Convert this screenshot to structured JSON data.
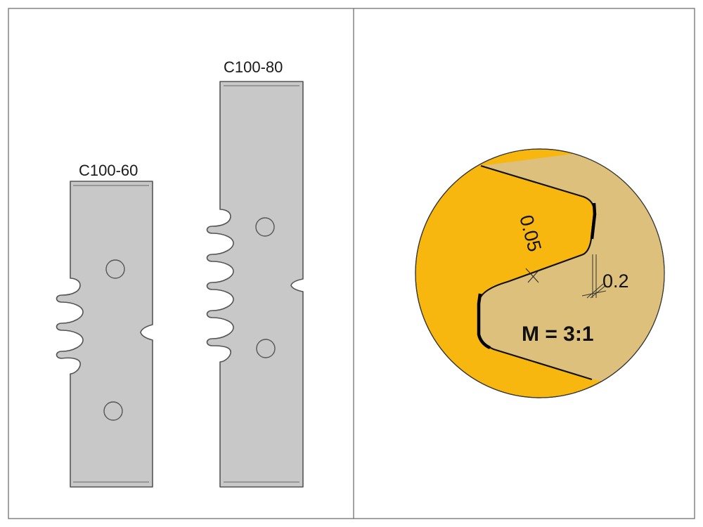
{
  "left_panel": {
    "knife_small": {
      "label": "C100-60"
    },
    "knife_large": {
      "label": "C100-80"
    }
  },
  "right_panel": {
    "detail": {
      "dimension_a": "0.05",
      "dimension_b": "0.2",
      "scale": "M = 3:1",
      "colors": {
        "outer": "#f7b70f",
        "inner": "#dcc07c",
        "edge": "#000000"
      }
    }
  },
  "colors": {
    "knife_fill": "#c8c8c8",
    "knife_stroke": "#555555",
    "frame": "#555555"
  }
}
